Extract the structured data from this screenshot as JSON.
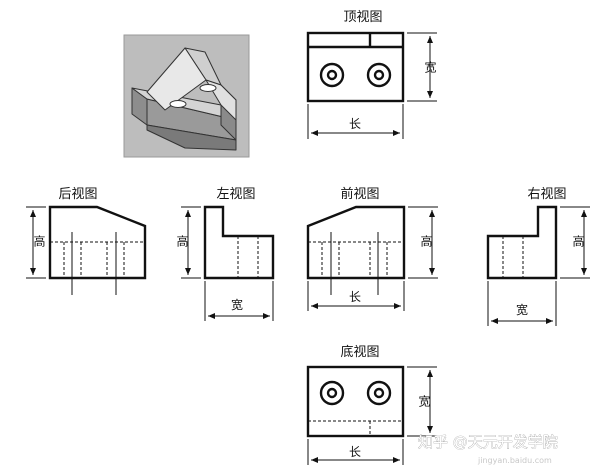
{
  "views": {
    "top": {
      "title": "顶视图",
      "dims": {
        "width": "宽",
        "length": "长"
      }
    },
    "back": {
      "title": "后视图",
      "dims": {
        "height": "高"
      }
    },
    "left": {
      "title": "左视图",
      "dims": {
        "height": "高",
        "width": "宽"
      }
    },
    "front": {
      "title": "前视图",
      "dims": {
        "height": "高",
        "length": "长"
      }
    },
    "right": {
      "title": "右视图",
      "dims": {
        "height": "高",
        "width": "宽"
      }
    },
    "bottom": {
      "title": "底视图",
      "dims": {
        "width": "宽",
        "length": "长"
      }
    }
  },
  "isometric": {
    "icon": "isometric-part-icon",
    "background": "#bdbdbd"
  },
  "watermark": {
    "main": "知乎 @天元开发学院",
    "sub": "jingyan.baidu.com"
  }
}
